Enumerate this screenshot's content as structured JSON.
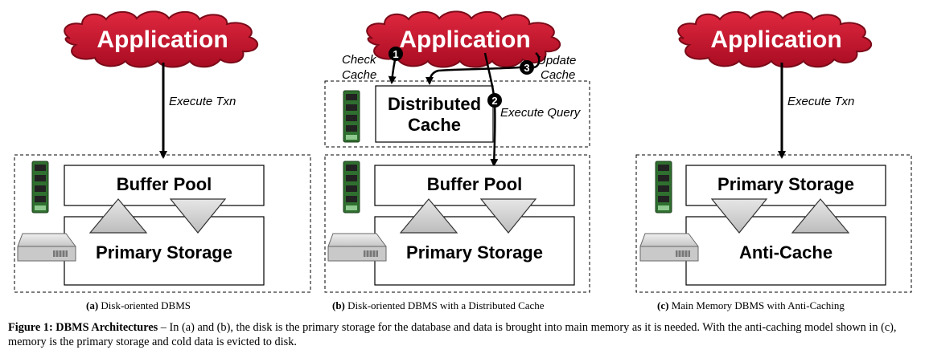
{
  "panel_a": {
    "app_label": "Application",
    "edge_label": "Execute Txn",
    "buffer_label": "Buffer Pool",
    "storage_label": "Primary Storage",
    "caption_tag": "(a)",
    "caption_text": "Disk-oriented DBMS"
  },
  "panel_b": {
    "app_label": "Application",
    "step1": {
      "num": "1",
      "line1": "Check",
      "line2": "Cache"
    },
    "step2": {
      "num": "2",
      "label": "Execute Query"
    },
    "step3": {
      "num": "3",
      "line1": "Update",
      "line2": "Cache"
    },
    "cache_line1": "Distributed",
    "cache_line2": "Cache",
    "buffer_label": "Buffer Pool",
    "storage_label": "Primary Storage",
    "caption_tag": "(b)",
    "caption_text": "Disk-oriented DBMS with a Distributed Cache"
  },
  "panel_c": {
    "app_label": "Application",
    "edge_label": "Execute Txn",
    "primary_label": "Primary Storage",
    "anticache_label": "Anti-Cache",
    "caption_tag": "(c)",
    "caption_text": "Main Memory DBMS with Anti-Caching"
  },
  "figure_caption": {
    "label": "Figure 1: DBMS Architectures",
    "text": " – In (a) and (b), the disk is the primary storage for the database and data is brought into main memory as it is needed. With the anti-caching model shown in (c), memory is the primary storage and cold data is evicted to disk."
  },
  "colors": {
    "cloud_fill": "#c8102e",
    "cloud_stroke": "#7a0a18",
    "ram_green": "#3d8b3d",
    "disk_grey": "#b0b0b0"
  }
}
